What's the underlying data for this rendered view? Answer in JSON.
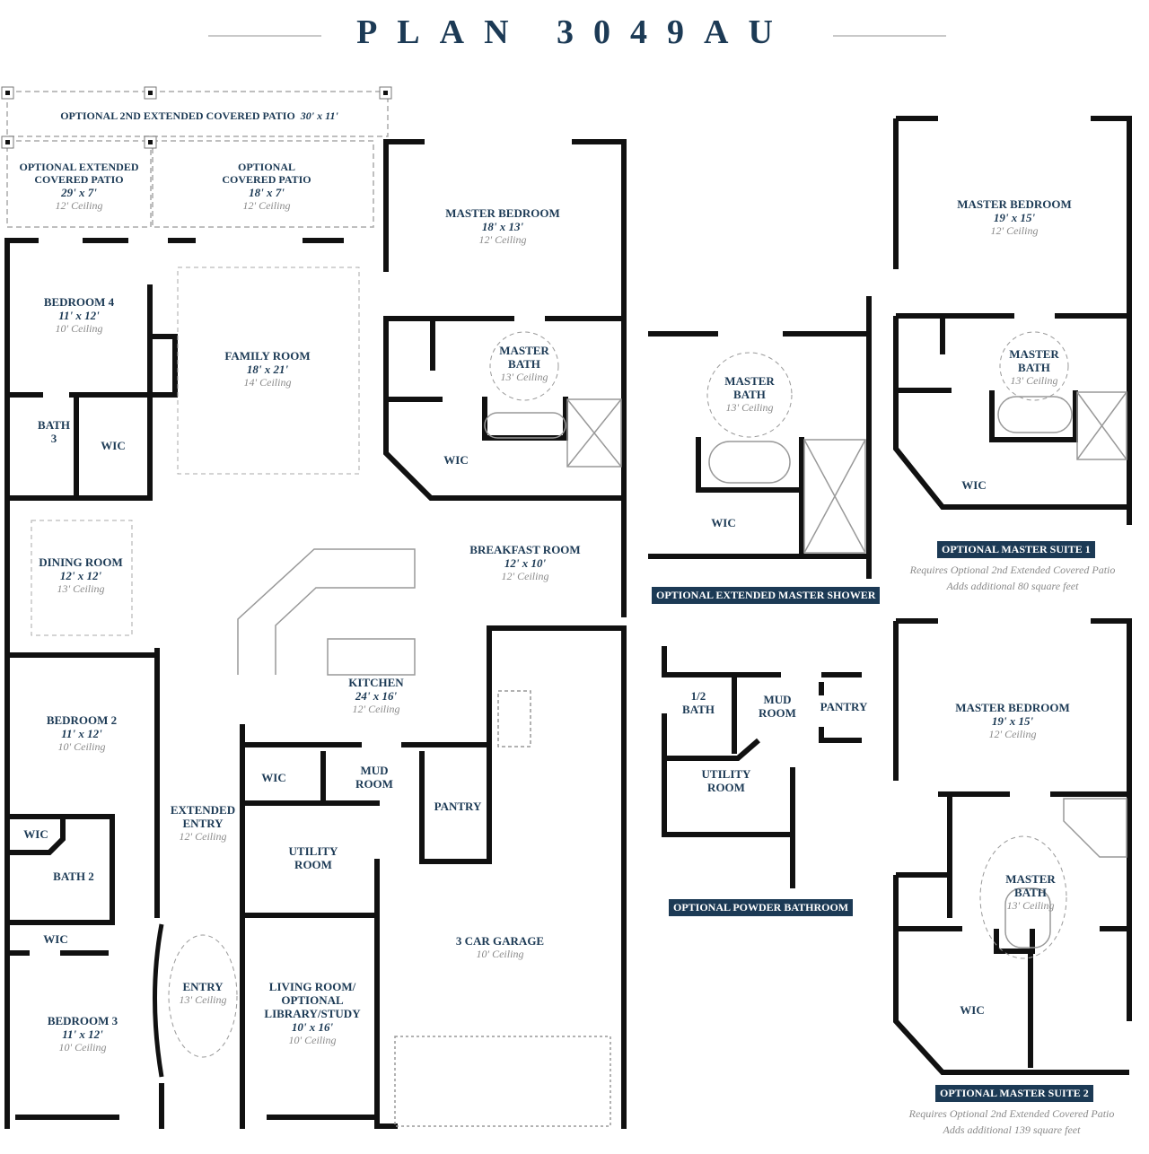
{
  "header": {
    "title": "PLAN 3049AU"
  },
  "colors": {
    "label": "#1c3a55",
    "ceiling": "#8a8a8a",
    "wall": "#111111",
    "tag_bg": "#1c3a55"
  },
  "patio": {
    "second_extended": {
      "name": "OPTIONAL 2ND EXTENDED COVERED PATIO",
      "dims": "30' x 11'"
    },
    "extended": {
      "name1": "OPTIONAL EXTENDED",
      "name2": "COVERED PATIO",
      "dims": "29' x 7'",
      "ceiling": "12' Ceiling"
    },
    "covered": {
      "name1": "OPTIONAL",
      "name2": "COVERED PATIO",
      "dims": "18' x 7'",
      "ceiling": "12' Ceiling"
    }
  },
  "rooms": {
    "master_bedroom": {
      "name": "MASTER BEDROOM",
      "dims": "18' x 13'",
      "ceiling": "12' Ceiling"
    },
    "master_bath": {
      "name1": "MASTER",
      "name2": "BATH",
      "ceiling": "13' Ceiling"
    },
    "master_wic": {
      "name": "WIC"
    },
    "bedroom4": {
      "name": "BEDROOM 4",
      "dims": "11' x 12'",
      "ceiling": "10' Ceiling"
    },
    "family_room": {
      "name": "FAMILY ROOM",
      "dims": "18' x 21'",
      "ceiling": "14' Ceiling"
    },
    "bath3": {
      "name1": "BATH",
      "name2": "3"
    },
    "bed4_wic": {
      "name": "WIC"
    },
    "dining_room": {
      "name": "DINING ROOM",
      "dims": "12' x 12'",
      "ceiling": "13' Ceiling"
    },
    "breakfast_room": {
      "name": "BREAKFAST ROOM",
      "dims": "12' x 10'",
      "ceiling": "12' Ceiling"
    },
    "kitchen": {
      "name": "KITCHEN",
      "dims": "24' x 16'",
      "ceiling": "12' Ceiling"
    },
    "bedroom2": {
      "name": "BEDROOM 2",
      "dims": "11' x 12'",
      "ceiling": "10' Ceiling"
    },
    "bed2_wic": {
      "name": "WIC"
    },
    "bath2": {
      "name": "BATH 2"
    },
    "bed3_wic": {
      "name": "WIC"
    },
    "extended_entry": {
      "name1": "EXTENDED",
      "name2": "ENTRY",
      "ceiling": "12' Ceiling"
    },
    "entry_wic": {
      "name": "WIC"
    },
    "mud_room": {
      "name1": "MUD",
      "name2": "ROOM"
    },
    "pantry": {
      "name": "PANTRY"
    },
    "utility_room": {
      "name1": "UTILITY",
      "name2": "ROOM"
    },
    "garage": {
      "name": "3 CAR GARAGE",
      "ceiling": "10' Ceiling"
    },
    "entry": {
      "name": "ENTRY",
      "ceiling": "13' Ceiling"
    },
    "living_room": {
      "name1": "LIVING ROOM/",
      "name2": "OPTIONAL",
      "name3": "LIBRARY/STUDY",
      "dims": "10' x 16'",
      "ceiling": "10' Ceiling"
    },
    "bedroom3": {
      "name": "BEDROOM 3",
      "dims": "11' x 12'",
      "ceiling": "10' Ceiling"
    }
  },
  "options": {
    "extended_shower": {
      "tag": "OPTIONAL EXTENDED MASTER SHOWER",
      "bath": {
        "name1": "MASTER",
        "name2": "BATH",
        "ceiling": "13' Ceiling"
      },
      "wic": "WIC"
    },
    "suite1": {
      "tag": "OPTIONAL MASTER SUITE 1",
      "note1": "Requires Optional 2nd Extended Covered Patio",
      "note2": "Adds additional 80 square feet",
      "bedroom": {
        "name": "MASTER BEDROOM",
        "dims": "19' x 15'",
        "ceiling": "12' Ceiling"
      },
      "bath": {
        "name1": "MASTER",
        "name2": "BATH",
        "ceiling": "13' Ceiling"
      },
      "wic": "WIC"
    },
    "powder": {
      "tag": "OPTIONAL POWDER BATHROOM",
      "half_bath": {
        "name1": "1/2",
        "name2": "BATH"
      },
      "mud": {
        "name1": "MUD",
        "name2": "ROOM"
      },
      "pantry": "PANTRY",
      "utility": {
        "name1": "UTILITY",
        "name2": "ROOM"
      }
    },
    "suite2": {
      "tag": "OPTIONAL MASTER SUITE 2",
      "note1": "Requires Optional 2nd Extended Covered Patio",
      "note2": "Adds additional 139 square feet",
      "bedroom": {
        "name": "MASTER BEDROOM",
        "dims": "19' x 15'",
        "ceiling": "12' Ceiling"
      },
      "bath": {
        "name1": "MASTER",
        "name2": "BATH",
        "ceiling": "13' Ceiling"
      },
      "wic": "WIC"
    }
  }
}
